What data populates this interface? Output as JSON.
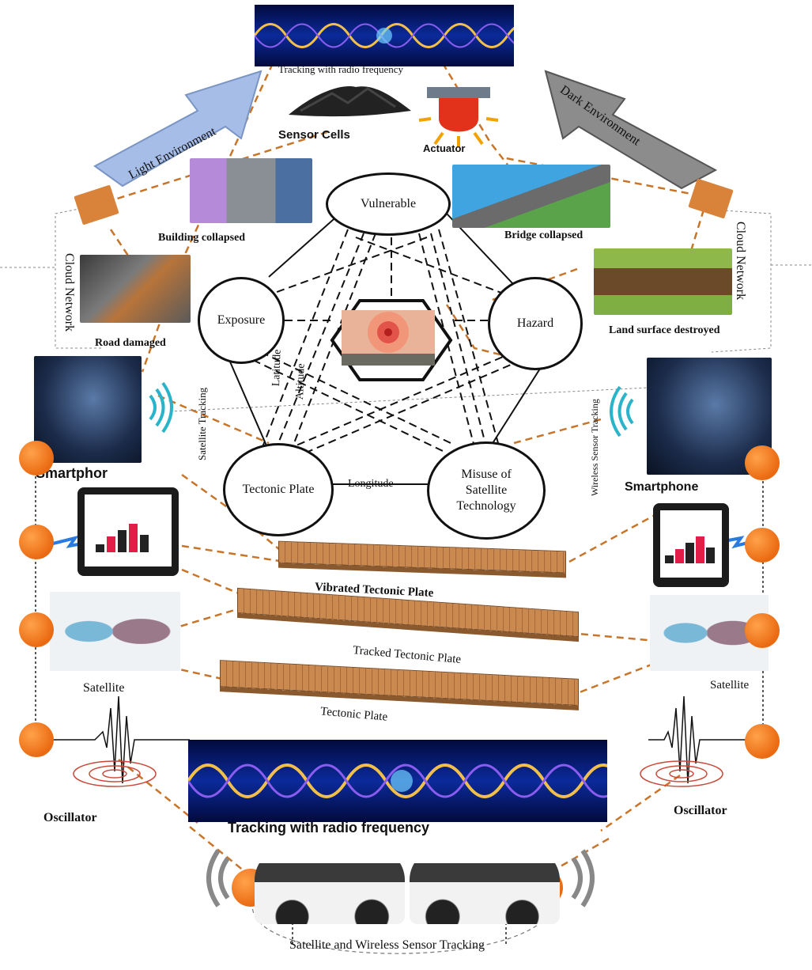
{
  "labels": {
    "rf_top": "Tracking with radio frequency",
    "sensor_cells": "Sensor Cells",
    "actuator": "Actuator",
    "light_env": "Light Environment",
    "dark_env": "Dark Environment",
    "building_collapsed": "Building collapsed",
    "bridge_collapsed": "Bridge collapsed",
    "road_damaged": "Road damaged",
    "land_surface": "Land surface destroyed",
    "cloud_left": "Cloud Network",
    "cloud_right": "Cloud Network",
    "satellite_tracking": "Satellite Tracking",
    "wireless_sensor_tracking": "Wireless Sensor Tracking",
    "smartphone_left": "Smartphor",
    "smartphone_right": "Smartphone",
    "satellite_left": "Satellite",
    "satellite_right": "Satellite",
    "oscillator_left": "Oscillator",
    "oscillator_right": "Oscillator",
    "vibrated_plate": "Vibrated Tectonic Plate",
    "tracked_plate": "Tracked Tectonic Plate",
    "tectonic_plate": "Tectonic Plate",
    "rf_bottom": "Tracking with radio frequency",
    "bottom_caption": "Satellite and Wireless Sensor Tracking"
  },
  "nodes": {
    "vulnerable": "Vulnerable",
    "exposure": "Exposure",
    "hazard": "Hazard",
    "tectonic": "Tectonic Plate",
    "misuse": "Misuse of Satellite Technology"
  },
  "edges": {
    "latitude": "Latitude",
    "altitude": "Altitude",
    "longitude": "Longitude"
  },
  "colors": {
    "orange": "#ea6a12",
    "dashed_link": "#c8752a",
    "light_arrow": "#9ab4e4",
    "dark_arrow": "#8a8a8a"
  }
}
